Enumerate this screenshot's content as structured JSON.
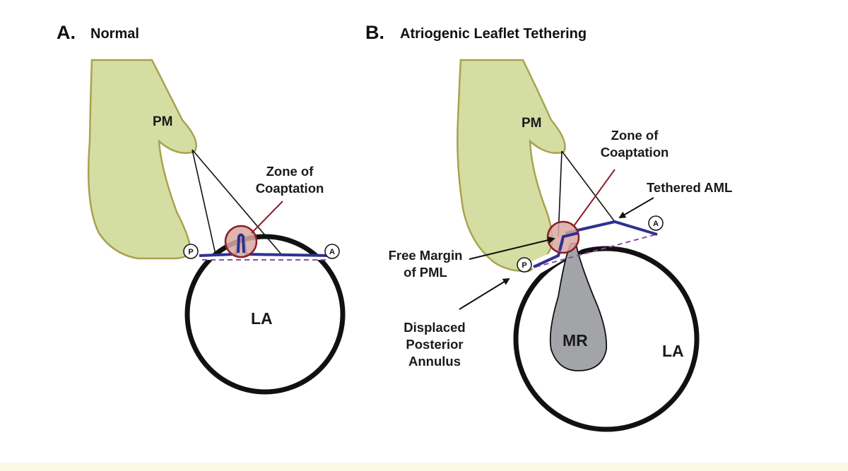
{
  "colors": {
    "muscle_fill": "#d4dea3",
    "muscle_stroke": "#a9a24f",
    "leaflet": "#2e3192",
    "annulus_dashed": "#8e4d9e",
    "coaptation_fill": "#d9a9a1",
    "coaptation_stroke": "#8b1f2b",
    "mr_fill": "#a2a4a8",
    "atrium_wall": "#111111",
    "bottom_band": "#fdf8e4"
  },
  "panel_a": {
    "letter": "A.",
    "title": "Normal",
    "pm_label": "PM",
    "la_label": "LA",
    "coaptation_line1": "Zone of",
    "coaptation_line2": "Coaptation",
    "marker_p": "P",
    "marker_a": "A"
  },
  "panel_b": {
    "letter": "B.",
    "title": "Atriogenic Leaflet Tethering",
    "pm_label": "PM",
    "la_label": "LA",
    "mr_label": "MR",
    "coaptation_line1": "Zone of",
    "coaptation_line2": "Coaptation",
    "tethered_aml": "Tethered AML",
    "free_margin_line1": "Free Margin",
    "free_margin_line2": "of PML",
    "displaced_line1": "Displaced",
    "displaced_line2": "Posterior",
    "displaced_line3": "Annulus",
    "marker_p": "P",
    "marker_a": "A"
  }
}
